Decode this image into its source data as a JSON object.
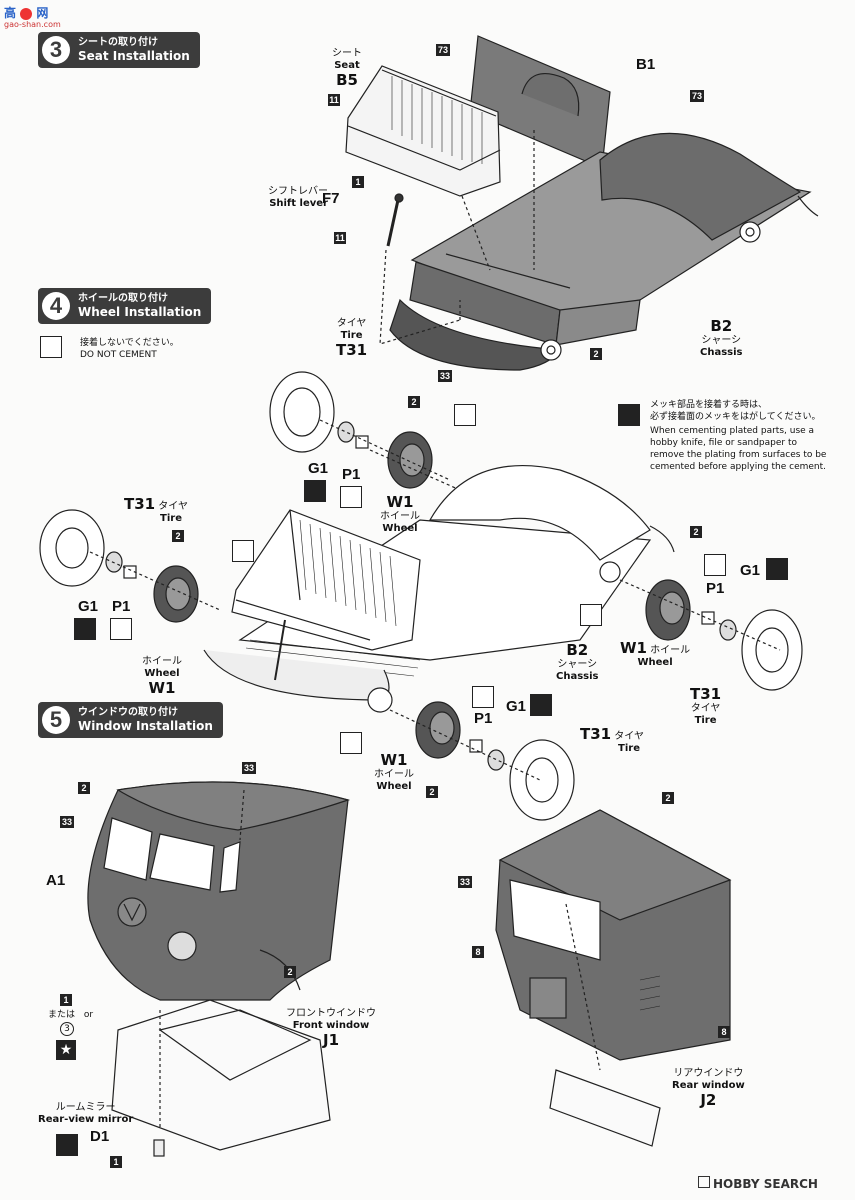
{
  "watermark": {
    "logo_cn": "高",
    "logo_cn2": "网",
    "site": "gao-shan.com"
  },
  "footer": {
    "brand": "HOBBY SEARCH"
  },
  "steps": {
    "s3": {
      "number": "3",
      "jp": "シートの取り付け",
      "en": "Seat Installation"
    },
    "s4": {
      "number": "4",
      "jp": "ホイールの取り付け",
      "en": "Wheel Installation"
    },
    "s5": {
      "number": "5",
      "jp": "ウインドウの取り付け",
      "en": "Window Installation"
    }
  },
  "do_not_cement": {
    "jp": "接着しないでください。",
    "en": "DO NOT CEMENT"
  },
  "plating_note": {
    "jp1": "メッキ部品を接着する時は、",
    "jp2": "必ず接着面のメッキをはがしてください。",
    "en1": "When cementing plated parts, use a",
    "en2": "hobby knife, file or sandpaper to",
    "en3": "remove the plating from surfaces to be",
    "en4": "cemented before applying the cement."
  },
  "parts": {
    "seat": {
      "jp": "シート",
      "en": "Seat",
      "code": "B5"
    },
    "shift": {
      "jp": "シフトレバー",
      "en": "Shift lever",
      "code": "F7"
    },
    "b1": {
      "code": "B1"
    },
    "chassis_top": {
      "code": "B2",
      "jp": "シャーシ",
      "en": "Chassis"
    },
    "tire_top": {
      "jp": "タイヤ",
      "en": "Tire",
      "code": "T31"
    },
    "g1_a": {
      "code": "G1"
    },
    "p1_a": {
      "code": "P1"
    },
    "w1_a": {
      "code": "W1",
      "jp": "ホイール",
      "en": "Wheel"
    },
    "t31_left": {
      "code": "T31",
      "jp": "タイヤ",
      "en": "Tire"
    },
    "g1_b": {
      "code": "G1"
    },
    "p1_b": {
      "code": "P1"
    },
    "w1_left": {
      "jp": "ホイール",
      "en": "Wheel",
      "code": "W1"
    },
    "chassis_mid": {
      "code": "B2",
      "jp": "シャーシ",
      "en": "Chassis"
    },
    "g1_c": {
      "code": "G1"
    },
    "p1_c": {
      "code": "P1"
    },
    "w1_right": {
      "code": "W1",
      "jp": "ホイール",
      "en": "Wheel"
    },
    "t31_right": {
      "code": "T31",
      "jp": "タイヤ",
      "en": "Tire"
    },
    "p1_d": {
      "code": "P1"
    },
    "g1_d": {
      "code": "G1"
    },
    "t31_bottom": {
      "code": "T31",
      "jp": "タイヤ",
      "en": "Tire"
    },
    "w1_bottom": {
      "code": "W1",
      "jp": "ホイール",
      "en": "Wheel"
    },
    "a1": {
      "code": "A1"
    },
    "front_window": {
      "jp": "フロントウインドウ",
      "en": "Front window",
      "code": "J1"
    },
    "rear_window": {
      "jp": "リアウインドウ",
      "en": "Rear window",
      "code": "J2"
    },
    "mirror": {
      "jp": "ルームミラー",
      "en": "Rear-view mirror",
      "code": "D1"
    }
  },
  "or_text": {
    "jp": "または",
    "en": "or",
    "circled": "3"
  },
  "color_chips": {
    "c73a": "73",
    "c73b": "73",
    "c11a": "11",
    "c1a": "1",
    "c11b": "11",
    "c2a": "2",
    "c33a": "33",
    "c2b": "2",
    "c2c": "2",
    "c2d": "2",
    "c2e": "2",
    "c2f": "2",
    "c33b": "33",
    "c33c": "33",
    "c2g": "2",
    "c1b": "1",
    "c2h": "2",
    "c33d": "33",
    "c8a": "8",
    "c8b": "8",
    "c1c": "1"
  },
  "colors": {
    "ink": "#111111",
    "body_gray": "#777777",
    "chip": "#222222",
    "panel": "#3c3c3c"
  }
}
